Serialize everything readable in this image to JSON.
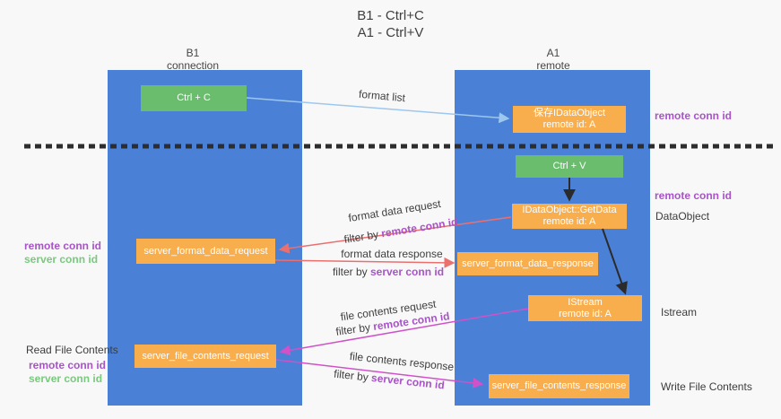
{
  "title": {
    "line1": "B1 - Ctrl+C",
    "line2": "A1 - Ctrl+V"
  },
  "lanes": {
    "left": {
      "name": "B1",
      "role": "connection"
    },
    "right": {
      "name": "A1",
      "role": "remote"
    }
  },
  "nodes": {
    "ctrl_c": "Ctrl + C",
    "ctrl_v": "Ctrl + V",
    "save_dataobject": {
      "line1": "保存IDataObject",
      "line2": "remote id: A"
    },
    "getdata": {
      "line1": "IDataObject::GetData",
      "line2": "remote id: A"
    },
    "istream": {
      "line1": "IStream",
      "line2": "remote id: A"
    },
    "server_format_data_request": "server_format_data_request",
    "server_format_data_response": "server_format_data_response",
    "server_file_contents_request": "server_file_contents_request",
    "server_file_contents_response": "server_file_contents_response"
  },
  "edge_labels": {
    "format_list": "format list",
    "format_data_request": "format data request",
    "format_data_response": "format data response",
    "file_contents_request": "file contents request",
    "file_contents_response": "file contents response",
    "filter_by_prefix": "filter by ",
    "remote_conn_id": "remote conn id",
    "server_conn_id": "server conn id"
  },
  "side_labels": {
    "remote_conn_id": "remote conn id",
    "server_conn_id": "server conn id",
    "read_file_contents": "Read File Contents",
    "write_file_contents": "Write File Contents",
    "dataobject": "DataObject",
    "istream": "Istream"
  },
  "colors": {
    "lane_blue": "#4a80d6",
    "box_green": "#69bd6d",
    "box_orange": "#f9ae4d",
    "arrow_blue": "#9ec7ee",
    "arrow_red": "#ea6f6f",
    "arrow_magenta": "#cf52c8",
    "arrow_black": "#2b2b2b",
    "label_purple": "#a953c9",
    "label_green": "#79c97e",
    "divider_dark": "#2d2d2d"
  }
}
